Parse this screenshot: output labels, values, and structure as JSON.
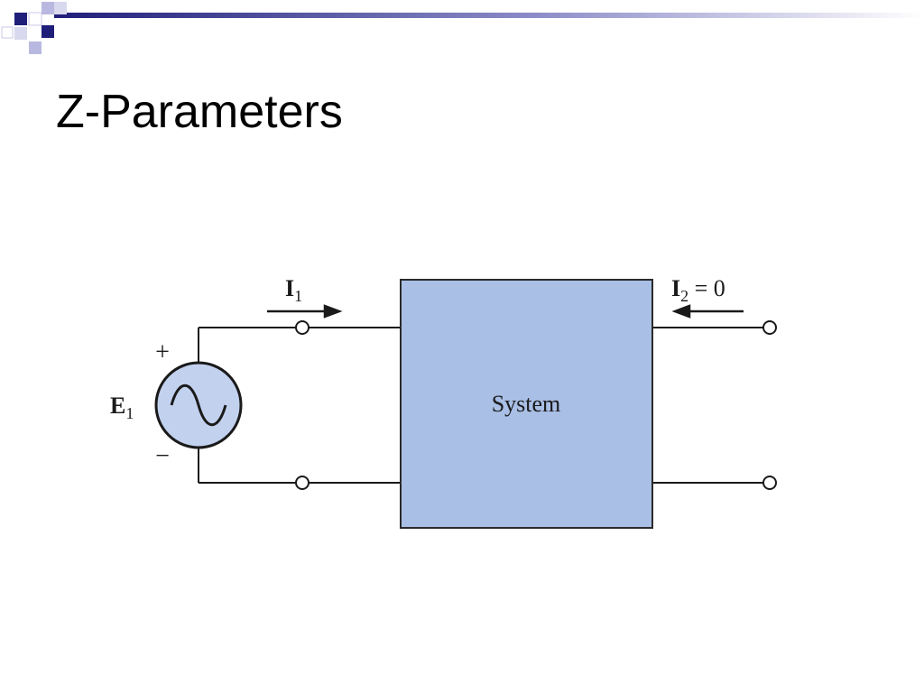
{
  "slide": {
    "title": "Z-Parameters"
  },
  "diagram": {
    "system_label": "System",
    "source_label_main": "E",
    "source_label_sub": "1",
    "plus_sign": "+",
    "minus_sign": "−",
    "input_current_main": "I",
    "input_current_sub": "1",
    "output_current_main": "I",
    "output_current_sub": "2",
    "output_current_value": " = 0"
  },
  "colors": {
    "system_fill": "#a9bfe6",
    "source_fill": "#c2d1ee",
    "wire": "#1a1a1a",
    "deco_dark": "#1f1f7a",
    "deco_light": "#8b8bc8"
  }
}
